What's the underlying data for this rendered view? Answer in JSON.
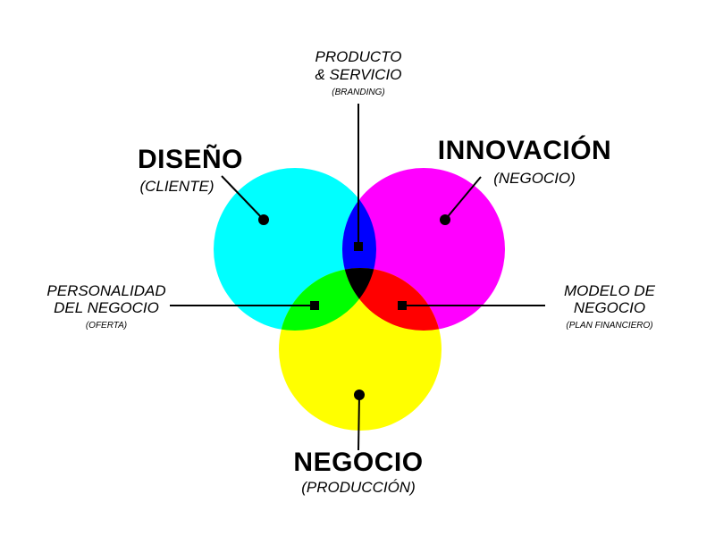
{
  "colors": {
    "diseno": "#00ffff",
    "innovacion": "#ff00ff",
    "negocio": "#ffff00",
    "diseno_innovacion": "#0000ff",
    "diseno_negocio": "#00ff00",
    "innovacion_negocio": "#ff0000",
    "center": "#000000",
    "lines": "#000000"
  },
  "circles": {
    "diseno": {
      "title": "DISEÑO",
      "subtitle": "(CLIENTE)"
    },
    "innovacion": {
      "title": "INNOVACIÓN",
      "subtitle": "(NEGOCIO)"
    },
    "negocio": {
      "title": "NEGOCIO",
      "subtitle": "(PRODUCCIÓN)"
    }
  },
  "intersections": {
    "producto": {
      "line1": "PRODUCTO",
      "line2": "& SERVICIO",
      "note": "(BRANDING)"
    },
    "personalidad": {
      "line1": "PERSONALIDAD",
      "line2": "DEL NEGOCIO",
      "note": "(OFERTA)"
    },
    "modelo": {
      "line1": "MODELO DE",
      "line2": "NEGOCIO",
      "note": "(PLAN FINANCIERO)"
    }
  }
}
